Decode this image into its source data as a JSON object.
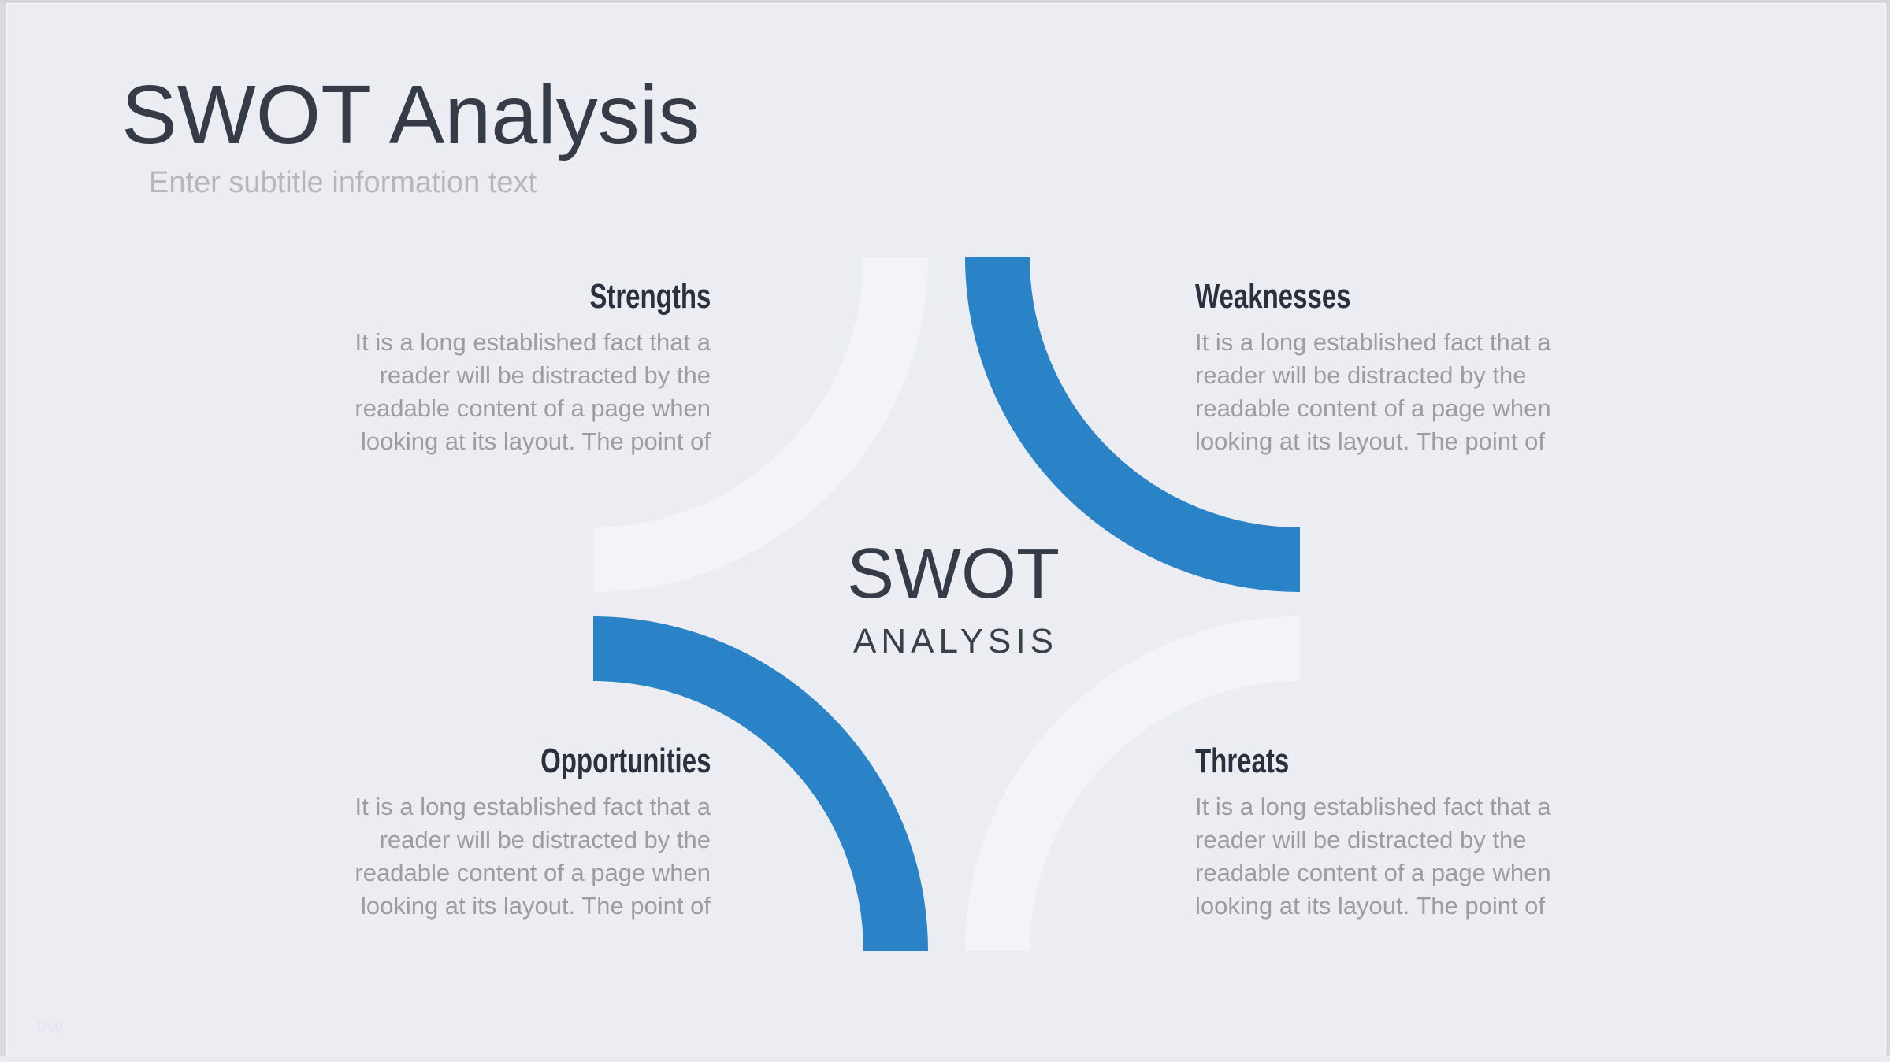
{
  "slide": {
    "title": "SWOT Analysis",
    "subtitle": "Enter subtitle information text",
    "watermark": "blog",
    "center": {
      "main": "SWOT",
      "sub": "ANALYSIS"
    },
    "quadrants": {
      "strengths": {
        "title": "Strengths",
        "lines": [
          "It is a long established fact that a",
          "reader will be distracted by the",
          "readable content of a page when",
          "looking at its layout. The point of"
        ]
      },
      "weaknesses": {
        "title": "Weaknesses",
        "lines": [
          "It is a long established fact that a",
          "reader will be distracted by the",
          "readable content of a page when",
          "looking at its layout. The point of"
        ]
      },
      "opportunities": {
        "title": "Opportunities",
        "lines": [
          "It is a long established fact that a",
          "reader will be distracted by the",
          "readable content of a page when",
          "looking at its layout. The point of"
        ]
      },
      "threats": {
        "title": "Threats",
        "lines": [
          "It is a long established fact that a",
          "reader will be distracted by the",
          "readable content of a page when",
          "looking at its layout. The point of"
        ]
      }
    },
    "colors": {
      "accent_blue": "#2b83c7",
      "arc_light": "#f3f3f8",
      "slide_background": "#ecedf2",
      "title_text": "#353b47",
      "heading_text": "#2a303d",
      "body_text": "#9c9ca2",
      "subtitle_text": "#b6b6bd"
    }
  }
}
